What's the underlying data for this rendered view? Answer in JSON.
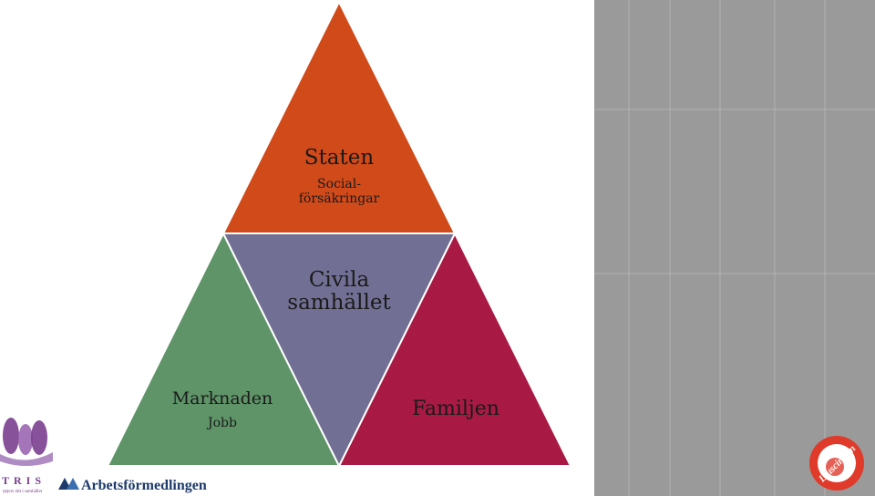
{
  "pyramid": {
    "top": {
      "title": "Staten",
      "subtitle_line1": "Social-",
      "subtitle_line2": "försäkringar",
      "color": "#d04a1a"
    },
    "center": {
      "title_line1": "Civila",
      "title_line2": "samhället",
      "color": "#716f93"
    },
    "left": {
      "title": "Marknaden",
      "subtitle": "Jobb",
      "color": "#5f9468"
    },
    "right": {
      "title": "Familjen",
      "color": "#a81a44"
    }
  },
  "logos": {
    "tris": {
      "name": "TRIS",
      "tagline": "tjejers rätt i samhället",
      "color": "#7a3f8f"
    },
    "af": {
      "name": "Arbetsförmedlingen",
      "color": "#1d3a6b"
    },
    "liuscirkeln": {
      "name": "Liuscirkeln",
      "color": "#e03a2a"
    }
  },
  "panel": {
    "color": "#9a9a9a"
  }
}
